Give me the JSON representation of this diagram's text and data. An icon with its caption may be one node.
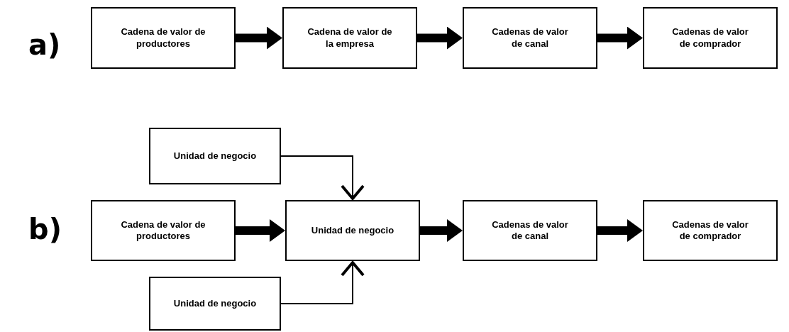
{
  "diagram": {
    "nodes": [
      {
        "text": [
          "Cadena de valor de productores"
        ]
      },
      {
        "text": [
          "Cadena de valor de la empresa"
        ]
      },
      {
        "text": [
          "Cadenas de valor de canal"
        ]
      },
      {
        "text": [
          "Cadenas de valor de comprador"
        ]
      },
      {
        "text": [
          "Unidad de negocio"
        ]
      },
      {
        "text": [
          "Cadena de valor de productores"
        ]
      },
      {
        "text": [
          "Unidad de negocio"
        ]
      },
      {
        "text": [
          "Cadenas de valor de canal"
        ]
      },
      {
        "text": [
          "Cadenas de valor de comprador"
        ]
      },
      {
        "text": [
          "Unidad de negocio"
        ]
      }
    ],
    "edges": [
      {
        "from": 0,
        "to": 1,
        "arrow": "to"
      },
      {
        "from": 1,
        "to": 2,
        "arrow": "to"
      },
      {
        "from": 2,
        "to": 3,
        "arrow": "to"
      },
      {
        "from": 4,
        "to": 6,
        "arrow": "to"
      },
      {
        "from": 5,
        "to": 6,
        "arrow": "to"
      },
      {
        "from": 6,
        "to": 7,
        "arrow": "to"
      },
      {
        "from": 7,
        "to": 8,
        "arrow": "to"
      },
      {
        "from": 9,
        "to": 6,
        "arrow": "to"
      }
    ],
    "labels": [
      "a)",
      "b)"
    ]
  }
}
